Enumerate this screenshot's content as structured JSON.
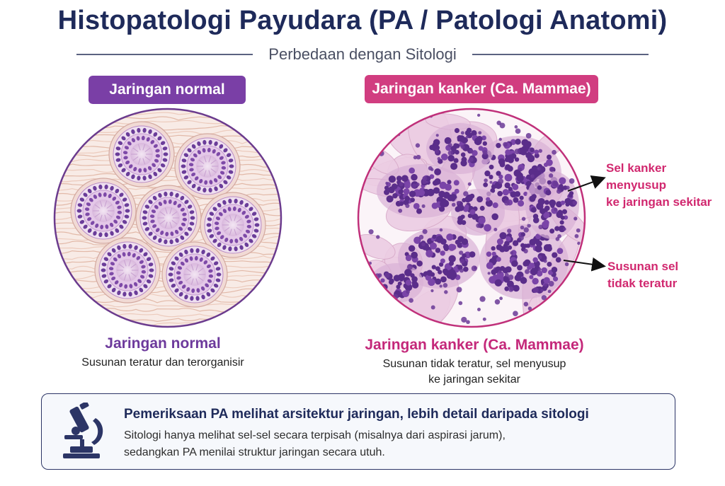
{
  "title": "Histopatologi Payudara (PA / Patologi Anatomi)",
  "subtitle": "Perbedaan dengan Sitologi",
  "normal_panel": {
    "header": "Jaringan normal",
    "caption_title": "Jaringan normal",
    "caption_desc": "Susunan teratur dan terorganisir"
  },
  "cancer_panel": {
    "header": "Jaringan kanker (Ca. Mammae)",
    "caption_title": "Jaringan kanker (Ca. Mammae)",
    "caption_desc_line1": "Susunan tidak teratur, sel menyusup",
    "caption_desc_line2": "ke jaringan sekitar",
    "annotation1_line1": "Sel kanker menyusup",
    "annotation1_line2": "ke jaringan sekitar",
    "annotation2_line1": "Susunan sel",
    "annotation2_line2": "tidak teratur"
  },
  "info": {
    "icon": "microscope-icon",
    "heading": "Pemeriksaan PA melihat arsitektur jaringan, lebih detail daripada sitologi",
    "body_line1": "Sitologi hanya melihat sel-sel secara terpisah (misalnya dari aspirasi jarum),",
    "body_line2": "sedangkan PA menilai struktur jaringan secara utuh."
  },
  "colors": {
    "navy": "#1e2a5a",
    "purple": "#7a3fa6",
    "magenta": "#d13d80",
    "annotation_pink": "#d1286f"
  }
}
